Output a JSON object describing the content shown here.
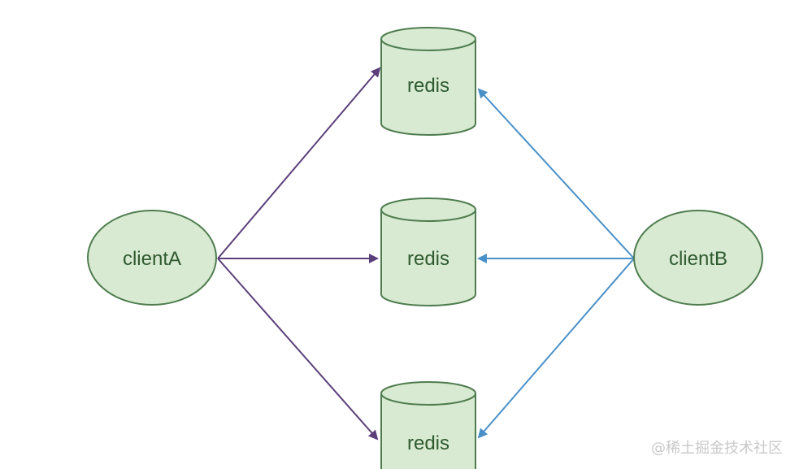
{
  "nodes": {
    "client_a": "clientA",
    "client_b": "clientB",
    "redis_top": "redis",
    "redis_middle": "redis",
    "redis_bottom": "redis"
  },
  "colors": {
    "node_fill": "#d8ead2",
    "node_stroke": "#4f7d4f",
    "node_text": "#2f5a2f",
    "client_a_arrows": "#5a3f7a",
    "client_b_arrows": "#4a90c8"
  },
  "watermark": "@稀土掘金技术社区"
}
